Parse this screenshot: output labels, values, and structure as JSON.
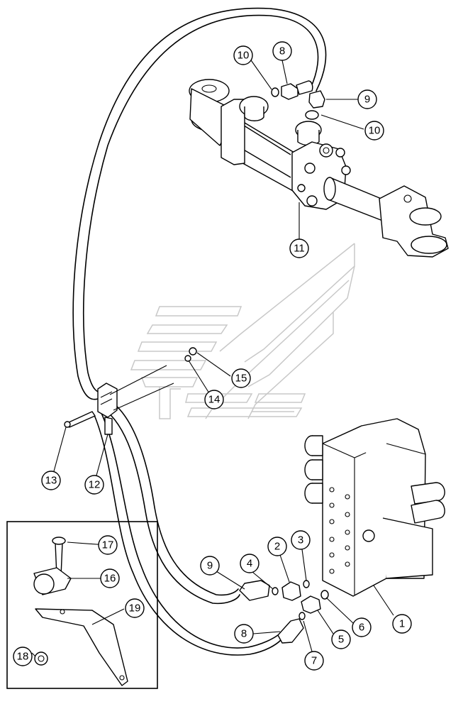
{
  "callouts": [
    {
      "id": "c10a",
      "label": "10"
    },
    {
      "id": "c8a",
      "label": "8"
    },
    {
      "id": "c9a",
      "label": "9"
    },
    {
      "id": "c10b",
      "label": "10"
    },
    {
      "id": "c11",
      "label": "11"
    },
    {
      "id": "c15",
      "label": "15"
    },
    {
      "id": "c14",
      "label": "14"
    },
    {
      "id": "c13",
      "label": "13"
    },
    {
      "id": "c12",
      "label": "12"
    },
    {
      "id": "c17",
      "label": "17"
    },
    {
      "id": "c16",
      "label": "16"
    },
    {
      "id": "c19",
      "label": "19"
    },
    {
      "id": "c18",
      "label": "18"
    },
    {
      "id": "c9b",
      "label": "9"
    },
    {
      "id": "c4",
      "label": "4"
    },
    {
      "id": "c2",
      "label": "2"
    },
    {
      "id": "c3",
      "label": "3"
    },
    {
      "id": "c6",
      "label": "6"
    },
    {
      "id": "c1",
      "label": "1"
    },
    {
      "id": "c5",
      "label": "5"
    },
    {
      "id": "c8b",
      "label": "8"
    },
    {
      "id": "c7",
      "label": "7"
    }
  ]
}
